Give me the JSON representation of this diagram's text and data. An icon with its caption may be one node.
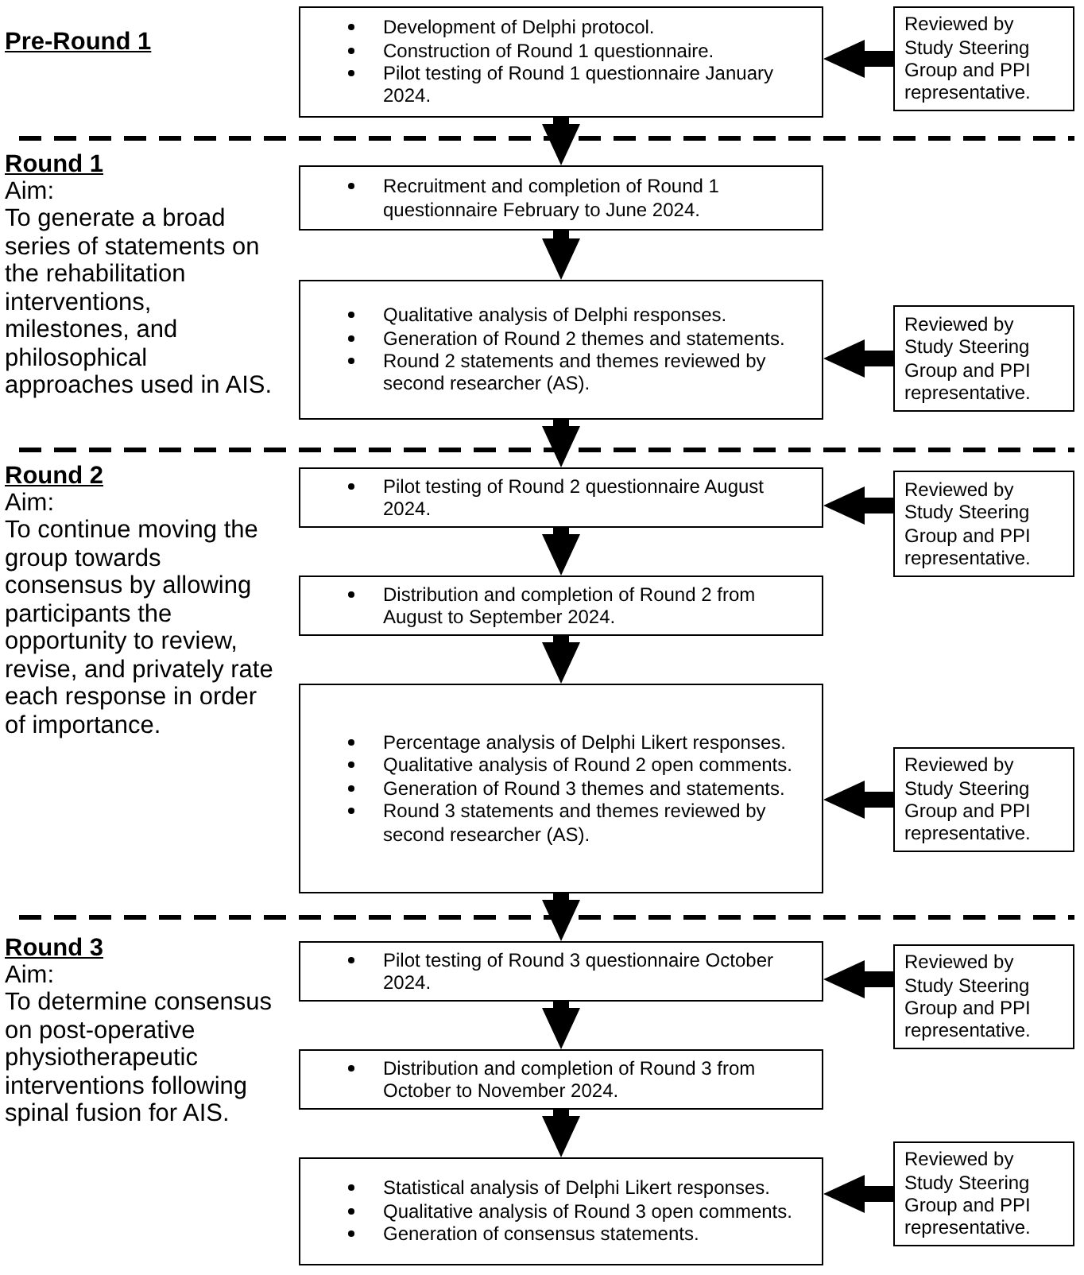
{
  "diagram": {
    "nodes": [
      {
        "text": [
          "Development of Delphi protocol.",
          "Construction of Round 1 questionnaire.",
          "Pilot testing of Round 1 questionnaire January 2024."
        ]
      },
      {
        "text": [
          "Reviewed by Study Steering Group and PPI representative."
        ]
      },
      {
        "text": [
          "Recruitment and completion of Round 1 questionnaire February to June 2024."
        ]
      },
      {
        "text": [
          "Qualitative analysis of Delphi responses.",
          "Generation of Round 2 themes and statements.",
          "Round 2 statements and themes reviewed by second researcher (AS)."
        ]
      },
      {
        "text": [
          "Reviewed by Study Steering Group and PPI representative."
        ]
      },
      {
        "text": [
          "Pilot testing of Round 2 questionnaire August 2024."
        ]
      },
      {
        "text": [
          "Reviewed by Study Steering Group and PPI representative."
        ]
      },
      {
        "text": [
          "Distribution and completion of Round 2 from August to September 2024."
        ]
      },
      {
        "text": [
          "Percentage analysis of Delphi Likert responses.",
          "Qualitative analysis of Round 2 open comments.",
          "Generation of Round 3 themes and statements.",
          "Round 3 statements and themes reviewed by second researcher (AS)."
        ]
      },
      {
        "text": [
          "Reviewed by Study Steering Group and PPI representative."
        ]
      },
      {
        "text": [
          "Pilot testing of Round 3 questionnaire October 2024."
        ]
      },
      {
        "text": [
          "Reviewed by Study Steering Group and PPI representative."
        ]
      },
      {
        "text": [
          "Distribution and completion of Round 3 from October to November 2024."
        ]
      },
      {
        "text": [
          "Statistical analysis of Delphi Likert responses.",
          "Qualitative analysis of Round 3 open comments.",
          "Generation of consensus statements."
        ]
      },
      {
        "text": [
          "Reviewed by Study Steering Group and PPI representative."
        ]
      }
    ],
    "edges": [
      {
        "from": 1,
        "to": 0,
        "arrow": "to"
      },
      {
        "from": 0,
        "to": 2,
        "arrow": "to"
      },
      {
        "from": 2,
        "to": 3,
        "arrow": "to"
      },
      {
        "from": 4,
        "to": 3,
        "arrow": "to"
      },
      {
        "from": 3,
        "to": 5,
        "arrow": "to"
      },
      {
        "from": 6,
        "to": 5,
        "arrow": "to"
      },
      {
        "from": 5,
        "to": 7,
        "arrow": "to"
      },
      {
        "from": 7,
        "to": 8,
        "arrow": "to"
      },
      {
        "from": 9,
        "to": 8,
        "arrow": "to"
      },
      {
        "from": 8,
        "to": 10,
        "arrow": "to"
      },
      {
        "from": 11,
        "to": 10,
        "arrow": "to"
      },
      {
        "from": 10,
        "to": 12,
        "arrow": "to"
      },
      {
        "from": 12,
        "to": 13,
        "arrow": "to"
      },
      {
        "from": 14,
        "to": 13,
        "arrow": "to"
      }
    ],
    "labels": [
      "Pre-Round 1",
      "Round 1",
      "Aim:",
      "To generate a broad series of statements on the rehabilitation interventions, milestones, and philosophical approaches used in AIS.",
      "Round 2",
      "Aim:",
      "To continue moving the group towards consensus by allowing participants the opportunity to review, revise, and privately rate each response in order of importance.",
      "Round 3",
      "Aim:",
      "To determine consensus on post-operative physiotherapeutic interventions following spinal fusion for AIS."
    ]
  }
}
